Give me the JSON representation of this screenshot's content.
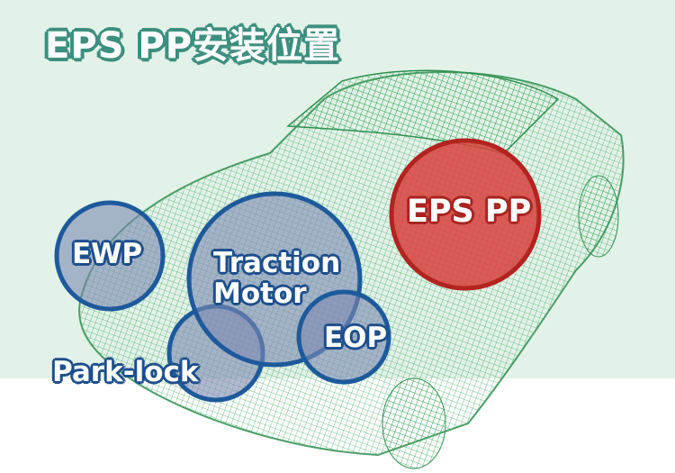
{
  "title": "EPS PP安装位置",
  "labels": {
    "ewp": "EWP",
    "traction_motor_line1": "Traction",
    "traction_motor_line2": "Motor",
    "eop": "EOP",
    "park_lock": "Park-lock",
    "eps_pp": "EPS PP"
  },
  "colors": {
    "background": "#e2f2e8",
    "title_outline": "#3d8f7f",
    "car_wireframe": "#3aa35a",
    "blue_circle": "#1d5a9c",
    "red_circle": "#d8413b"
  }
}
